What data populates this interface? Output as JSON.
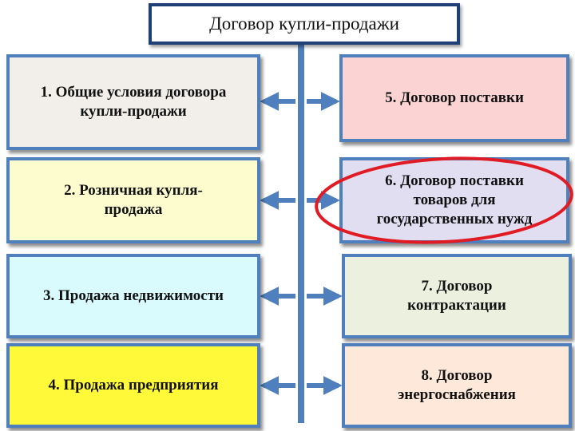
{
  "diagram": {
    "title": "Договор купли-продажи",
    "boxes": [
      {
        "id": "b1",
        "label": "1. Общие условия договора\nкупли-продажи",
        "fill": "#f2eeea"
      },
      {
        "id": "b2",
        "label": "2. Розничная купля-\nпродажа",
        "fill": "#fdfccf"
      },
      {
        "id": "b3",
        "label": "3. Продажа недвижимости",
        "fill": "#d9fbfd"
      },
      {
        "id": "b4",
        "label": "4. Продажа предприятия",
        "fill": "#fff93a"
      },
      {
        "id": "b5",
        "label": "5. Договор поставки",
        "fill": "#fcd3d3"
      },
      {
        "id": "b6",
        "label": "6. Договор поставки\nтоваров для\nгосударственных нужд",
        "fill": "#e2def2"
      },
      {
        "id": "b7",
        "label": "7. Договор\nконтрактации",
        "fill": "#ebf0df"
      },
      {
        "id": "b8",
        "label": "8. Договор\nэнергоснабжения",
        "fill": "#fde8d9"
      }
    ],
    "colors": {
      "border": "#4f7fbd",
      "title_border": "#1f3f77",
      "connector": "#4f7fbd",
      "highlight": "#e01b24"
    }
  }
}
